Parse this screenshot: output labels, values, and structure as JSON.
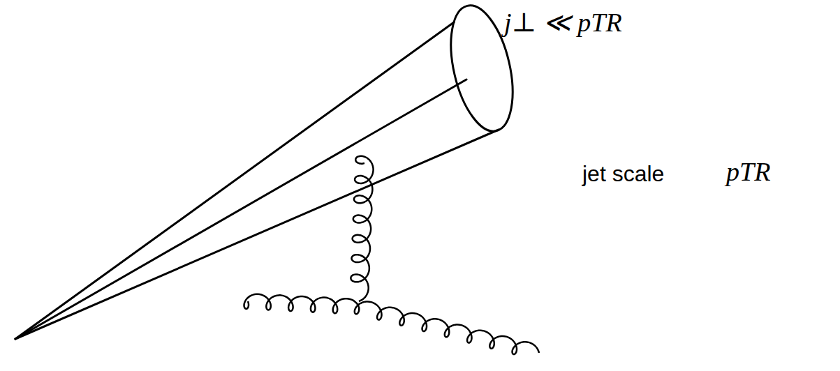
{
  "diagram": {
    "labels": [
      "j⊥ ≪ pTR",
      "jet scale",
      "pTR"
    ]
  }
}
